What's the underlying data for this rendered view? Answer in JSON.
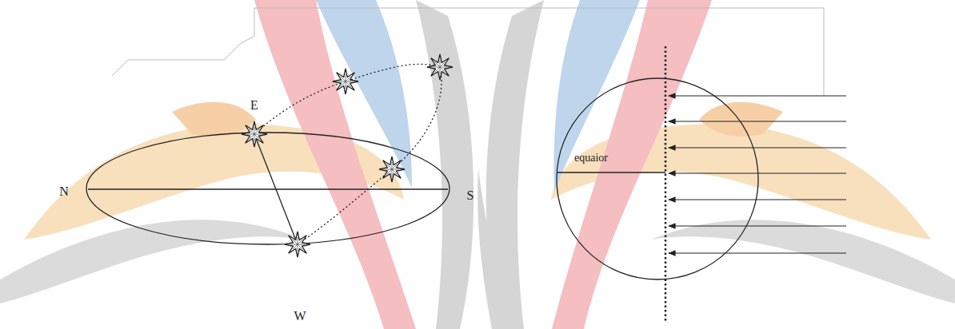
{
  "diagram": {
    "labels": [
      "E",
      "N",
      "S",
      "W",
      "equaior"
    ]
  }
}
